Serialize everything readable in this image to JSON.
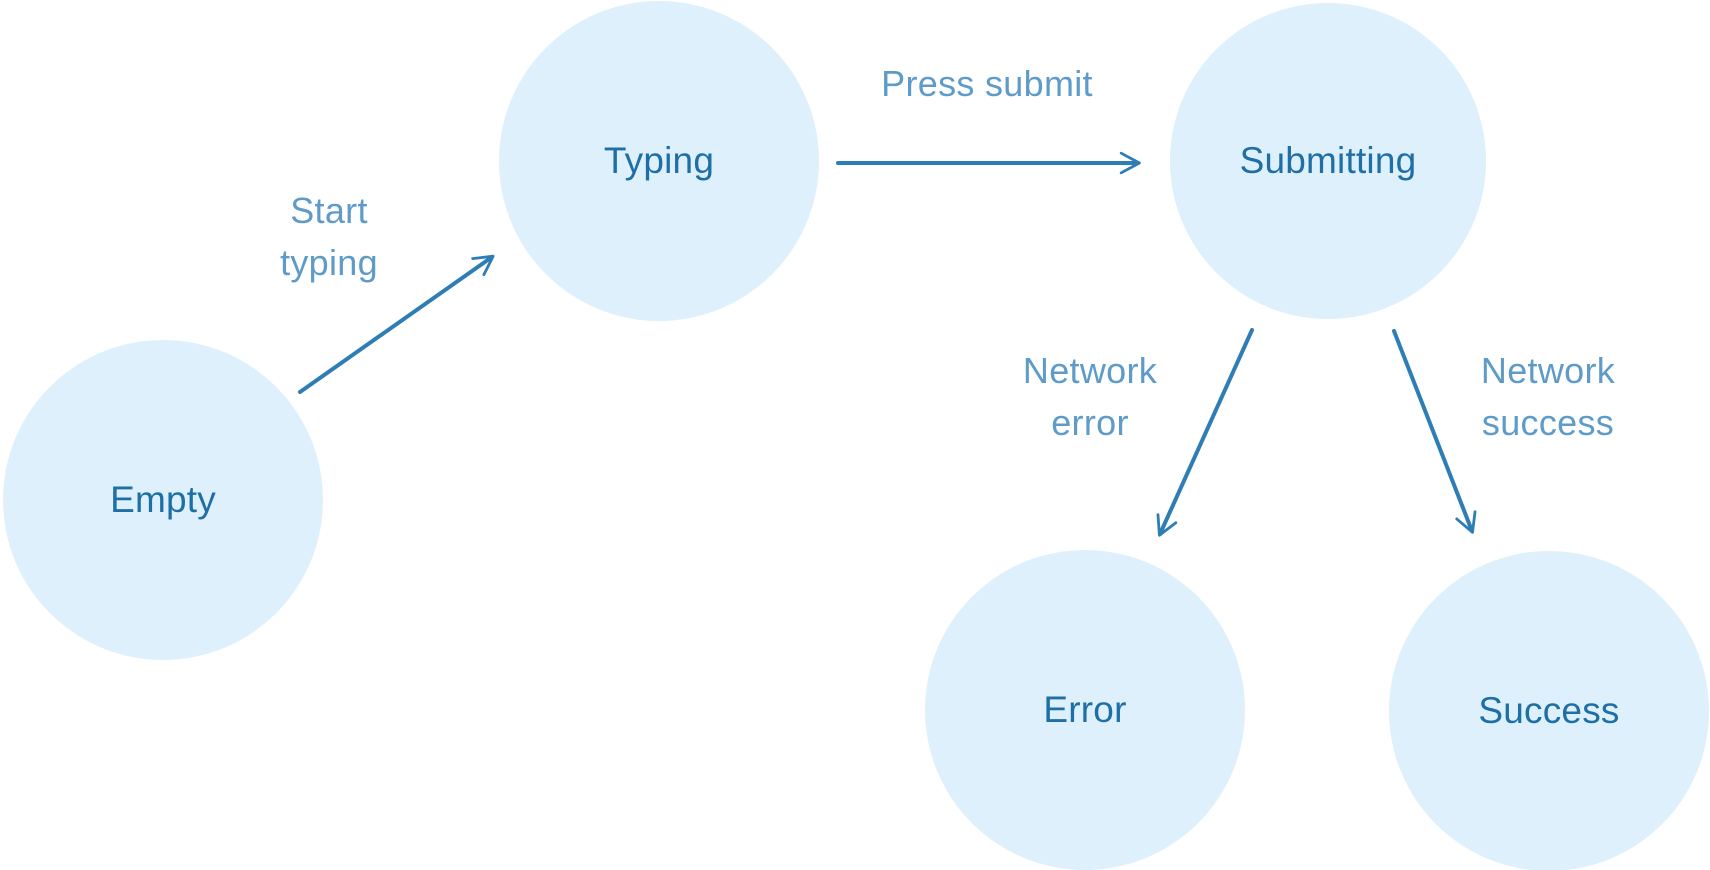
{
  "diagram": {
    "kind": "state-machine",
    "colors": {
      "node_fill": "#def0fc",
      "node_text": "#1d6fa5",
      "edge": "#2e7db5",
      "edge_label": "#5f9bc8",
      "background": "#ffffff"
    },
    "nodes": [
      {
        "id": "empty",
        "label": "Empty"
      },
      {
        "id": "typing",
        "label": "Typing"
      },
      {
        "id": "submitting",
        "label": "Submitting"
      },
      {
        "id": "error",
        "label": "Error"
      },
      {
        "id": "success",
        "label": "Success"
      }
    ],
    "edges": [
      {
        "from": "empty",
        "to": "typing",
        "label": "Start typing",
        "label_lines": [
          "Start",
          "typing"
        ]
      },
      {
        "from": "typing",
        "to": "submitting",
        "label": "Press submit",
        "label_lines": [
          "Press submit"
        ]
      },
      {
        "from": "submitting",
        "to": "error",
        "label": "Network error",
        "label_lines": [
          "Network",
          "error"
        ]
      },
      {
        "from": "submitting",
        "to": "success",
        "label": "Network success",
        "label_lines": [
          "Network",
          "success"
        ]
      }
    ]
  }
}
